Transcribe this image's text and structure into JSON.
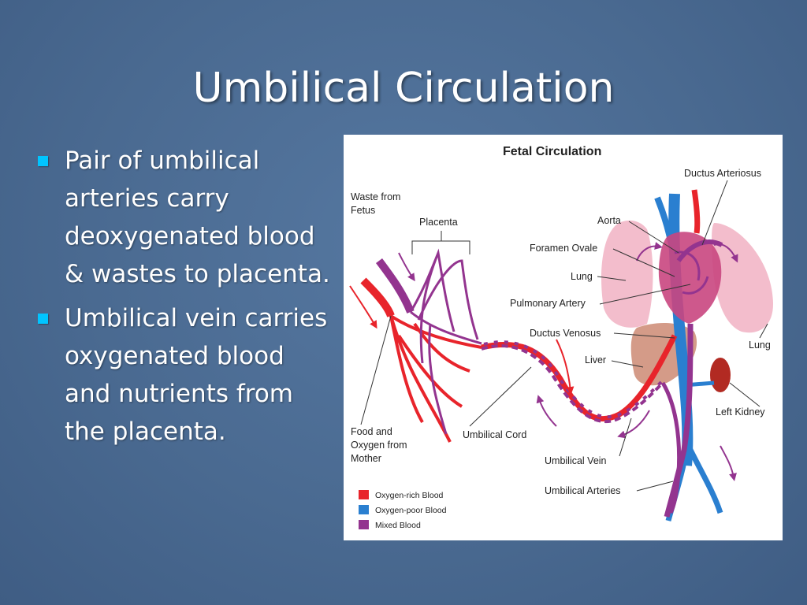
{
  "slide": {
    "title": "Umbilical Circulation",
    "bullets": [
      "Pair of umbilical arteries carry deoxygenated blood & wastes to placenta.",
      "Umbilical vein carries oxygenated blood and nutrients from the placenta."
    ]
  },
  "diagram": {
    "title": "Fetal Circulation",
    "labels": {
      "waste_line1": "Waste from",
      "waste_line2": "Fetus",
      "placenta": "Placenta",
      "ductus_arteriosus": "Ductus Arteriosus",
      "aorta": "Aorta",
      "foramen_ovale": "Foramen Ovale",
      "lung_left": "Lung",
      "pulmonary_artery": "Pulmonary Artery",
      "ductus_venosus": "Ductus Venosus",
      "lung_right": "Lung",
      "liver": "Liver",
      "left_kidney": "Left Kidney",
      "food_line1": "Food and",
      "food_line2": "Oxygen from",
      "food_line3": "Mother",
      "umbilical_cord": "Umbilical Cord",
      "umbilical_vein": "Umbilical Vein",
      "umbilical_arteries": "Umbilical Arteries"
    },
    "legend": [
      {
        "label": "Oxygen-rich Blood",
        "color": "#e8242b"
      },
      {
        "label": "Oxygen-poor Blood",
        "color": "#2a7fd0"
      },
      {
        "label": "Mixed Blood",
        "color": "#93348f"
      }
    ],
    "colors": {
      "oxygen_rich": "#e8242b",
      "oxygen_poor": "#2a7fd0",
      "mixed": "#93348f",
      "lung": "#f2b6c6",
      "liver": "#c9826a",
      "kidney": "#b22a22",
      "heart": "#c9467f"
    }
  }
}
